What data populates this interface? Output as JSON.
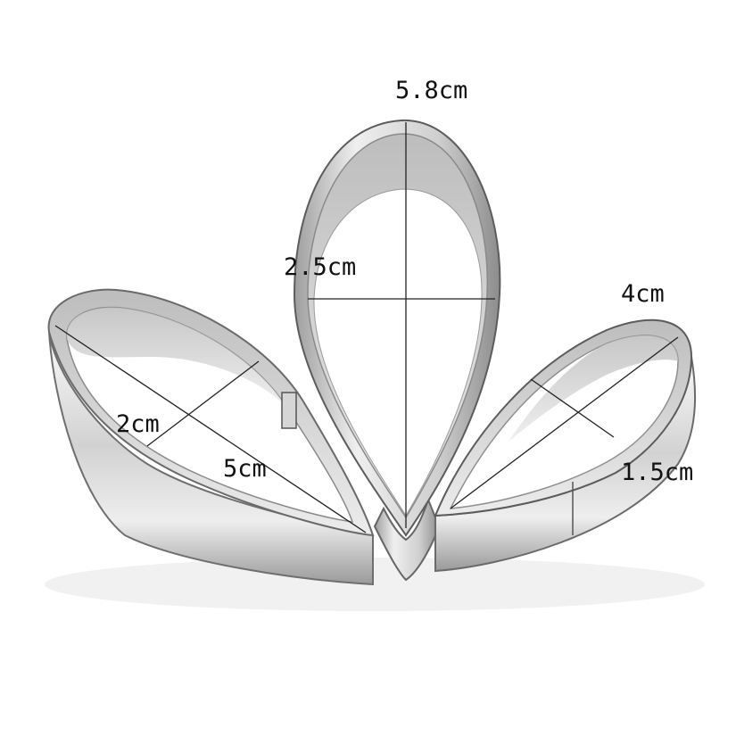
{
  "product": "leaf petal cookie cutter set",
  "colors": {
    "background": "#ffffff",
    "steel_light": "#f2f2f2",
    "steel_mid": "#c4c4c4",
    "steel_dark": "#7a7a7a",
    "measure_line": "#222222"
  },
  "cutters": [
    {
      "id": "left",
      "length_label": "5cm",
      "width_label": "2cm"
    },
    {
      "id": "center",
      "length_label": "5.8cm",
      "width_label": "2.5cm"
    },
    {
      "id": "right",
      "length_label": "4cm",
      "width_label": "1.5cm"
    }
  ]
}
